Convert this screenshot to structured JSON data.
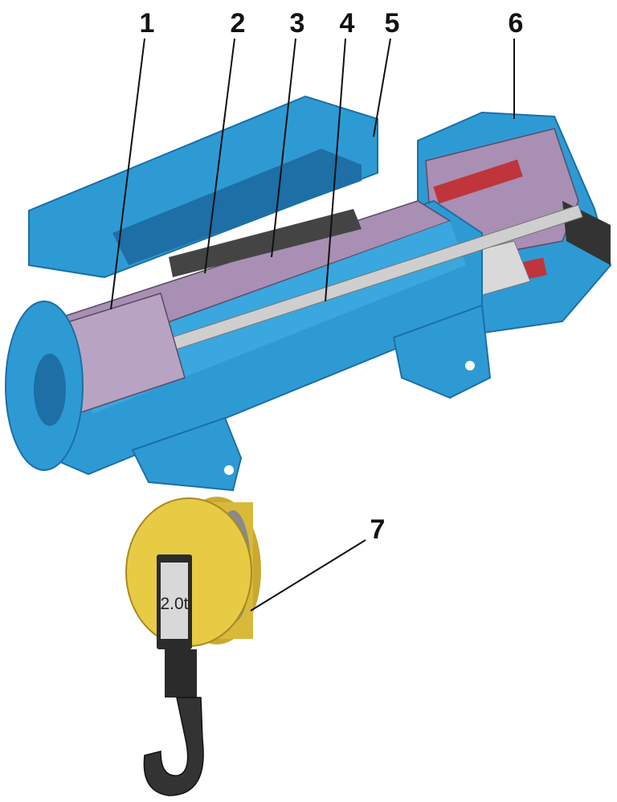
{
  "figure": {
    "callouts": [
      {
        "id": "1",
        "label": "1"
      },
      {
        "id": "2",
        "label": "2"
      },
      {
        "id": "3",
        "label": "3"
      },
      {
        "id": "4",
        "label": "4"
      },
      {
        "id": "5",
        "label": "5"
      },
      {
        "id": "6",
        "label": "6"
      },
      {
        "id": "7",
        "label": "7"
      }
    ],
    "hook_tag_text": "2.0t",
    "colors": {
      "housing_blue": "#2e9ad4",
      "housing_blue_dark": "#1b6fa8",
      "cutaway_purple": "#a88fb3",
      "red_part": "#c0343b",
      "hook_yellow": "#e8cb45",
      "hook_dark": "#2b2b2b"
    }
  }
}
